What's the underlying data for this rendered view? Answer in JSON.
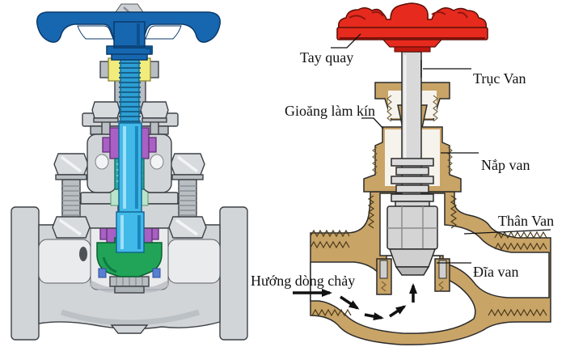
{
  "figure": {
    "description": "Globe valve cutaway figure: colored 3D section (left) and labeled 2D cross-section (right)"
  },
  "right": {
    "labels": {
      "tay_quay": "Tay quay",
      "truc_van": "Trục Van",
      "gioang_lam_kin": "Gioăng làm kín",
      "nap_van": "Nắp van",
      "than_van": "Thân Van",
      "dia_van": "Đĩa van",
      "huong_dong_chay": "Hướng dòng chảy"
    }
  },
  "colors": {
    "handwheel_red": "#e62b1e",
    "handwheel_red_dark": "#c01910",
    "body_tan": "#c9a467",
    "stem_gray": "#d9d9d9",
    "handwheel_blue": "#1767b0",
    "stem_cyan": "#41b9e9",
    "stem_thread": "#2d9fd4",
    "packing_yellow": "#f1ec7c",
    "gland_purple": "#a95fc4",
    "packing_teal": "#2fa8a2",
    "disc_green": "#21a457",
    "mint_green": "#b9e4c9",
    "steel_gray": "#d2d5d8",
    "ink": "#111111"
  }
}
